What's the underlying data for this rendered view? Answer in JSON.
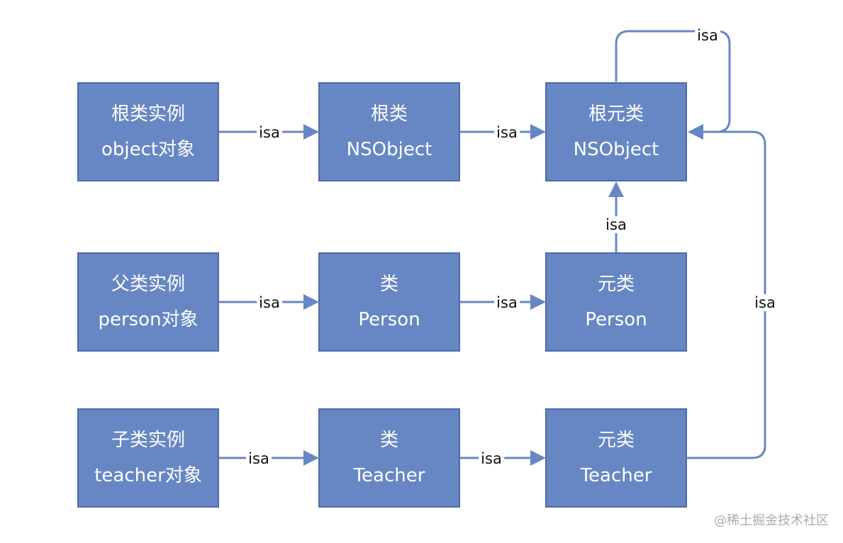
{
  "nodes": {
    "root_instance": {
      "line1": "根类实例",
      "line2": "object对象"
    },
    "root_class": {
      "line1": "根类",
      "line2": "NSObject"
    },
    "root_meta": {
      "line1": "根元类",
      "line2": "NSObject"
    },
    "parent_instance": {
      "line1": "父类实例",
      "line2": "person对象"
    },
    "parent_class": {
      "line1": "类",
      "line2": "Person"
    },
    "parent_meta": {
      "line1": "元类",
      "line2": "Person"
    },
    "child_instance": {
      "line1": "子类实例",
      "line2": "teacher对象"
    },
    "child_class": {
      "line1": "类",
      "line2": "Teacher"
    },
    "child_meta": {
      "line1": "元类",
      "line2": "Teacher"
    }
  },
  "edges": {
    "root_instance_to_class": "isa",
    "root_class_to_meta": "isa",
    "root_meta_self": "isa",
    "parent_instance_to_class": "isa",
    "parent_class_to_meta": "isa",
    "parent_meta_to_root_meta": "isa",
    "child_instance_to_class": "isa",
    "child_class_to_meta": "isa",
    "child_meta_to_root_meta": "isa"
  },
  "watermark": "@稀土掘金技术社区",
  "colors": {
    "node_fill": "#6787c4",
    "node_border": "#4d6ba8",
    "edge": "#6787c4"
  }
}
